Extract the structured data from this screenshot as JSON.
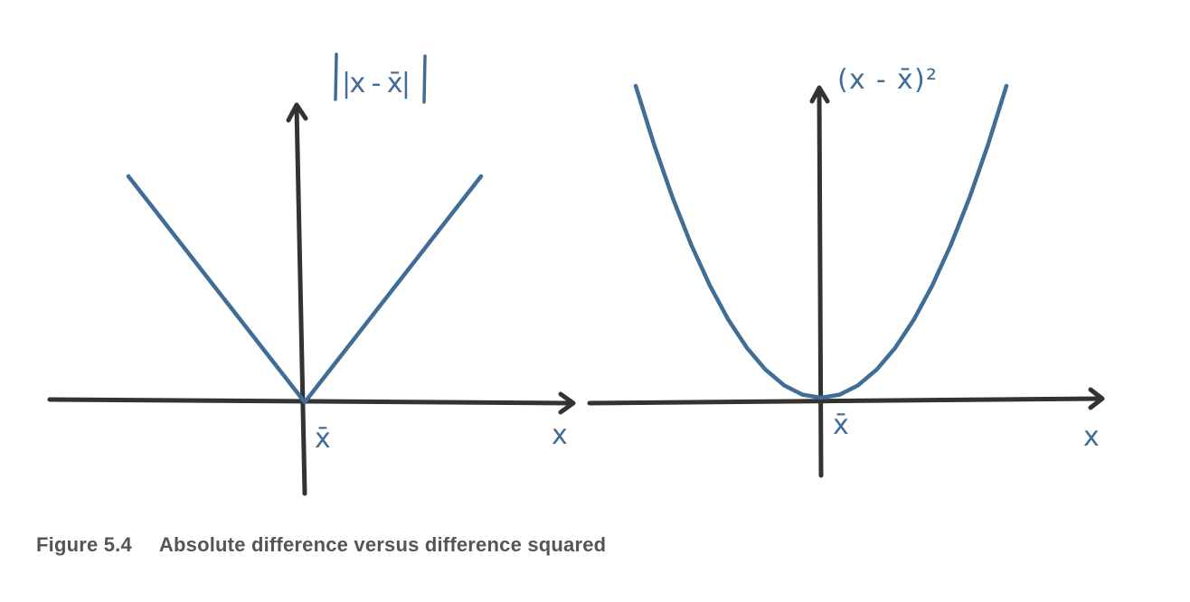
{
  "colors": {
    "curve": "#3f6d96",
    "axis": "#333333",
    "caption": "#555555"
  },
  "chart_data": [
    {
      "type": "line",
      "title": "|x - x̄|",
      "xlabel": "x",
      "center_label": "x̄",
      "x": [
        -1.0,
        -0.5,
        0.0,
        0.5,
        1.0
      ],
      "series": [
        {
          "values": [
            1.0,
            0.5,
            0.0,
            0.5,
            1.0
          ]
        }
      ],
      "xlim": [
        -1.0,
        1.0
      ],
      "grid": false
    },
    {
      "type": "line",
      "title": "(x - x̄)²",
      "xlabel": "x",
      "center_label": "x̄",
      "x": [
        -1.0,
        -0.9,
        -0.8,
        -0.7,
        -0.6,
        -0.5,
        -0.4,
        -0.3,
        -0.2,
        -0.1,
        0.0,
        0.1,
        0.2,
        0.3,
        0.4,
        0.5,
        0.6,
        0.7,
        0.8,
        0.9,
        1.0
      ],
      "series": [
        {
          "values": [
            1.0,
            0.81,
            0.64,
            0.49,
            0.36,
            0.25,
            0.16,
            0.09,
            0.04,
            0.01,
            0.0,
            0.01,
            0.04,
            0.09,
            0.16,
            0.25,
            0.36,
            0.49,
            0.64,
            0.81,
            1.0
          ]
        }
      ],
      "xlim": [
        -1.0,
        1.0
      ],
      "grid": false
    }
  ],
  "caption": {
    "number": "Figure 5.4",
    "text": "Absolute difference versus difference squared"
  }
}
